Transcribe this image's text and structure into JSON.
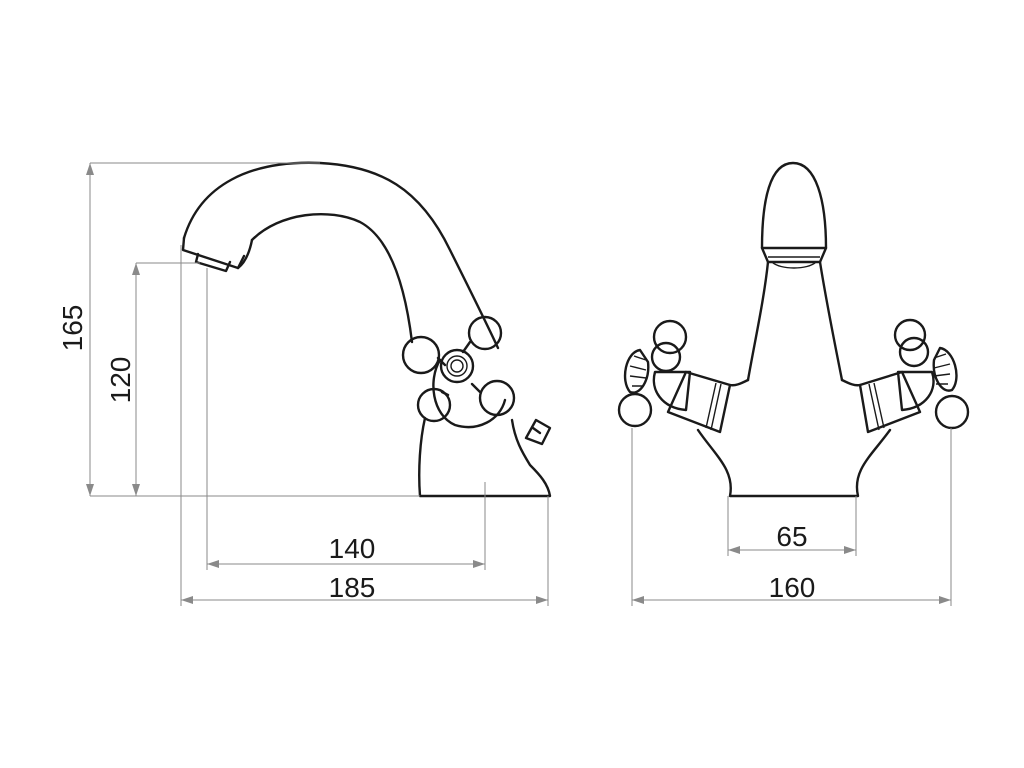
{
  "dimensions": {
    "height_total": "165",
    "height_spout": "120",
    "reach_spout": "140",
    "depth_total": "185",
    "handle_spacing": "65",
    "width_total": "160"
  }
}
